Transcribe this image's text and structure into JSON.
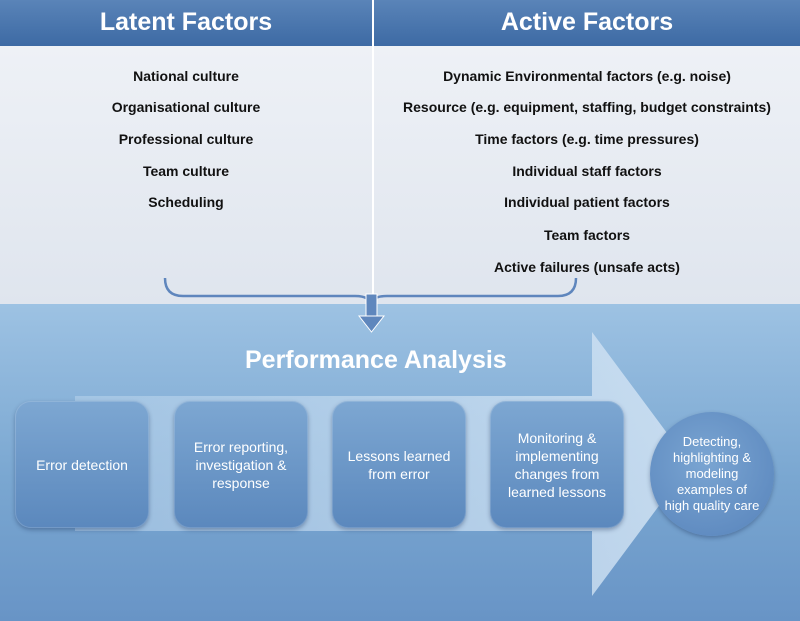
{
  "latent": {
    "title": "Latent Factors",
    "items": [
      "National culture",
      "Organisational culture",
      "Professional culture",
      "Team culture",
      "Scheduling"
    ]
  },
  "active": {
    "title": "Active Factors",
    "items": [
      "Dynamic Environmental factors (e.g. noise)",
      "Resource (e.g. equipment, staffing, budget constraints)",
      "Time factors (e.g. time pressures)",
      "Individual staff factors",
      "Individual patient factors",
      "Team factors",
      "Active failures (unsafe acts)"
    ]
  },
  "performance": {
    "title": "Performance Analysis",
    "steps": [
      "Error detection",
      "Error reporting, investigation & response",
      "Lessons learned from error",
      "Monitoring & implementing changes from learned lessons"
    ],
    "outcome": "Detecting, highlighting & modeling examples of high quality care"
  },
  "colors": {
    "header": "#4a76ae",
    "panel": "#e8ecf3",
    "bottom": "#7aa7d1",
    "box": "#6a96c8"
  }
}
